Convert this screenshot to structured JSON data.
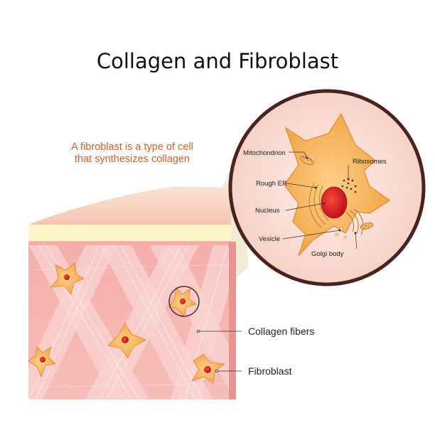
{
  "title": "Collagen and Fibroblast",
  "caption": {
    "line1": "A fibroblast is a type of cell",
    "line2": "that synthesizes collagen"
  },
  "tissue_labels": {
    "collagen_fibers": "Collagen fibers",
    "fibroblast": "Fibroblast"
  },
  "organelles": {
    "mitochondrion": "Mitochondrion",
    "ribosomes": "Ribosomes",
    "rough_er": "Rough ER",
    "nucleus": "Nucleus",
    "vesicle": "Vesicle",
    "golgi_body": "Golgi body"
  },
  "colors": {
    "tissue": "#f5b6b2",
    "skin_top": "#f9d9c6",
    "cell_body": "#f6b15a",
    "nucleus": "#e21f26",
    "magnifier_bg": "#fbe6df",
    "magnifier_ring": "#4a2320",
    "caption_text": "#d0622e"
  }
}
